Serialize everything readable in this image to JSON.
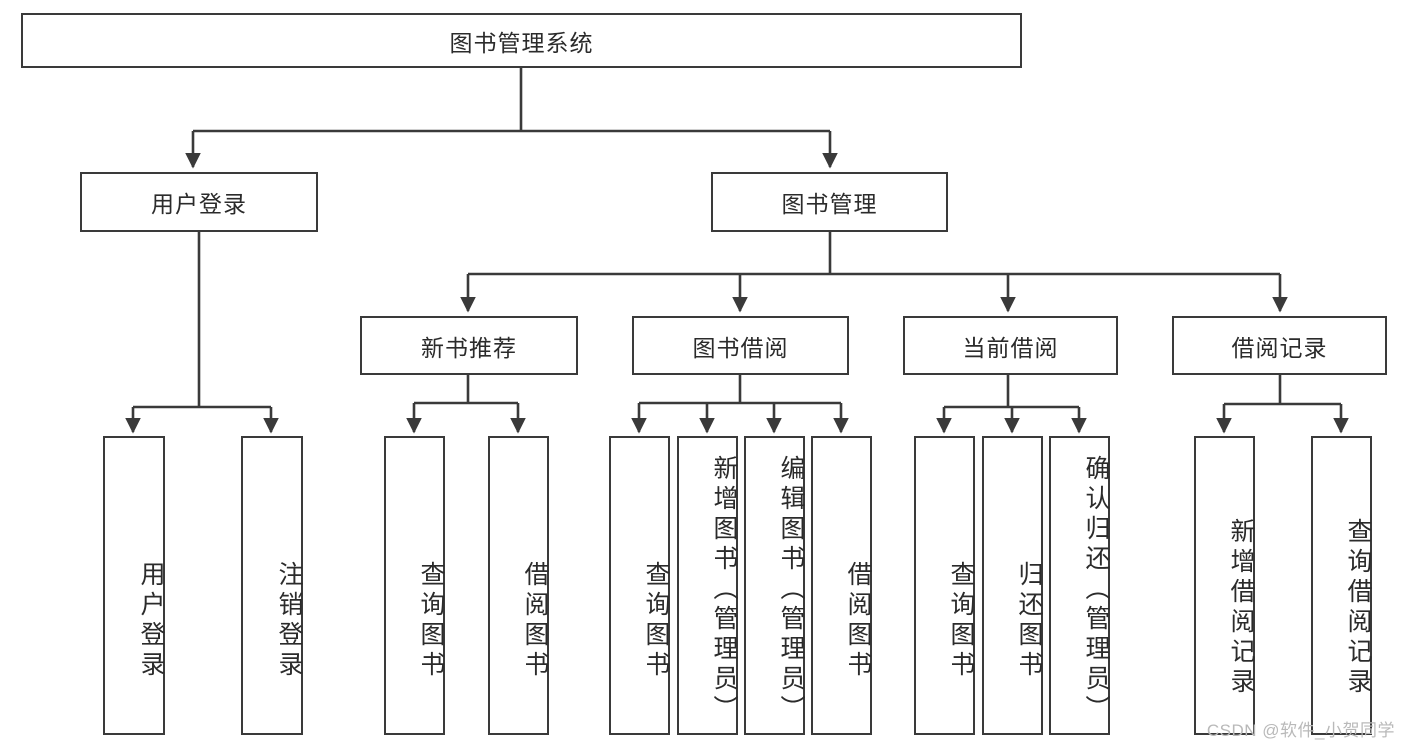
{
  "diagram": {
    "type": "tree",
    "title": "图书管理系统",
    "orientation": "top-down",
    "line_color": "#3a3a3a",
    "box_fill": "#ffffff",
    "text_color": "#2b2b2b",
    "nodes": {
      "root": {
        "label": "图书管理系统"
      },
      "user_login": {
        "label": "用户登录"
      },
      "book_manage": {
        "label": "图书管理"
      },
      "new_book_rec": {
        "label": "新书推荐"
      },
      "book_borrow": {
        "label": "图书借阅"
      },
      "current_borrow": {
        "label": "当前借阅"
      },
      "borrow_record": {
        "label": "借阅记录"
      },
      "leaf_user_login": {
        "label": "用户登录"
      },
      "leaf_logout": {
        "label": "注销登录"
      },
      "leaf_query_book_1": {
        "label": "查询图书"
      },
      "leaf_borrow_book_1": {
        "label": "借阅图书"
      },
      "leaf_query_book_2": {
        "label": "查询图书"
      },
      "leaf_add_book": {
        "label": "新增图书（管理员）"
      },
      "leaf_edit_book": {
        "label": "编辑图书（管理员）"
      },
      "leaf_borrow_book_2": {
        "label": "借阅图书"
      },
      "leaf_query_book_3": {
        "label": "查询图书"
      },
      "leaf_return_book": {
        "label": "归还图书"
      },
      "leaf_confirm_return": {
        "label": "确认归还（管理员）"
      },
      "leaf_add_record": {
        "label": "新增借阅记录"
      },
      "leaf_query_record": {
        "label": "查询借阅记录"
      }
    },
    "edges": [
      {
        "from": "root",
        "to": "user_login"
      },
      {
        "from": "root",
        "to": "book_manage"
      },
      {
        "from": "user_login",
        "to": "leaf_user_login"
      },
      {
        "from": "user_login",
        "to": "leaf_logout"
      },
      {
        "from": "book_manage",
        "to": "new_book_rec"
      },
      {
        "from": "book_manage",
        "to": "book_borrow"
      },
      {
        "from": "book_manage",
        "to": "current_borrow"
      },
      {
        "from": "book_manage",
        "to": "borrow_record"
      },
      {
        "from": "new_book_rec",
        "to": "leaf_query_book_1"
      },
      {
        "from": "new_book_rec",
        "to": "leaf_borrow_book_1"
      },
      {
        "from": "book_borrow",
        "to": "leaf_query_book_2"
      },
      {
        "from": "book_borrow",
        "to": "leaf_add_book"
      },
      {
        "from": "book_borrow",
        "to": "leaf_edit_book"
      },
      {
        "from": "book_borrow",
        "to": "leaf_borrow_book_2"
      },
      {
        "from": "current_borrow",
        "to": "leaf_query_book_3"
      },
      {
        "from": "current_borrow",
        "to": "leaf_return_book"
      },
      {
        "from": "current_borrow",
        "to": "leaf_confirm_return"
      },
      {
        "from": "borrow_record",
        "to": "leaf_add_record"
      },
      {
        "from": "borrow_record",
        "to": "leaf_query_record"
      }
    ]
  },
  "watermark": {
    "text": "CSDN @软件_小贺同学"
  }
}
